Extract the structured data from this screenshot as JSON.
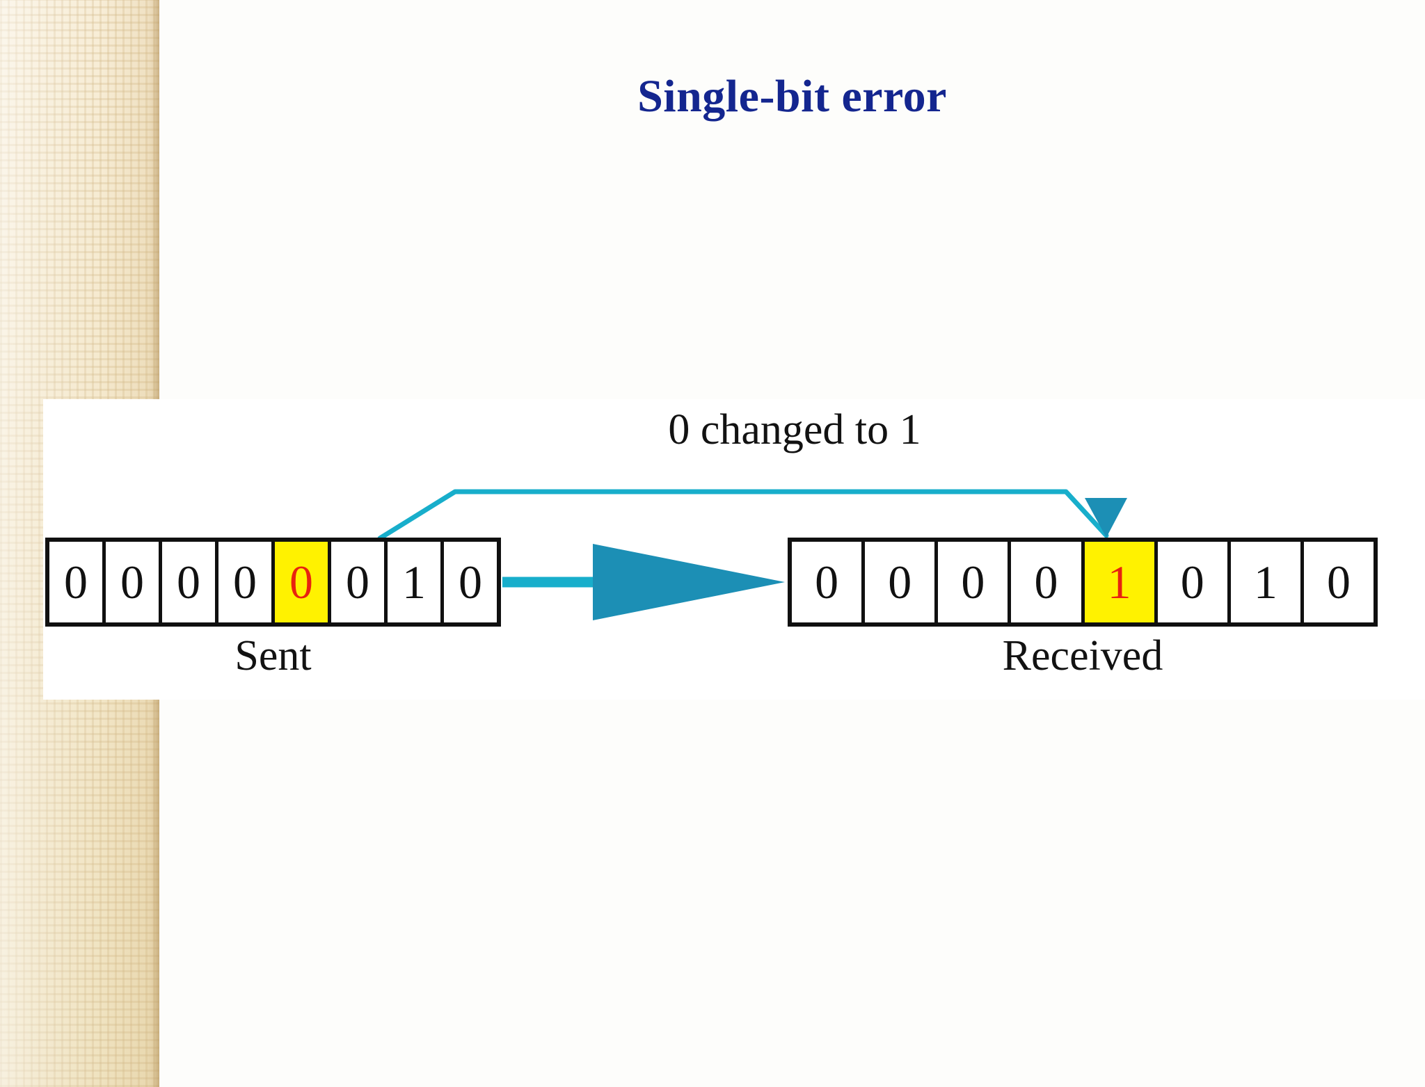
{
  "slide": {
    "title": "Single-bit error",
    "title_color": "#14268F",
    "background_color": "#FDFDFB",
    "sidebar_color": "#F3E6C7"
  },
  "figure": {
    "change_caption": "0 changed to 1",
    "arrow_color": "#18AECB",
    "arrow_head_color": "#1C8FB5",
    "highlight_color": "#FFF200",
    "flipped_digit_color": "#E8220F",
    "sent": {
      "caption": "Sent",
      "bits": [
        "0",
        "0",
        "0",
        "0",
        "0",
        "0",
        "1",
        "0"
      ],
      "flipped_index": 4
    },
    "received": {
      "caption": "Received",
      "bits": [
        "0",
        "0",
        "0",
        "0",
        "1",
        "0",
        "1",
        "0"
      ],
      "flipped_index": 4
    }
  }
}
